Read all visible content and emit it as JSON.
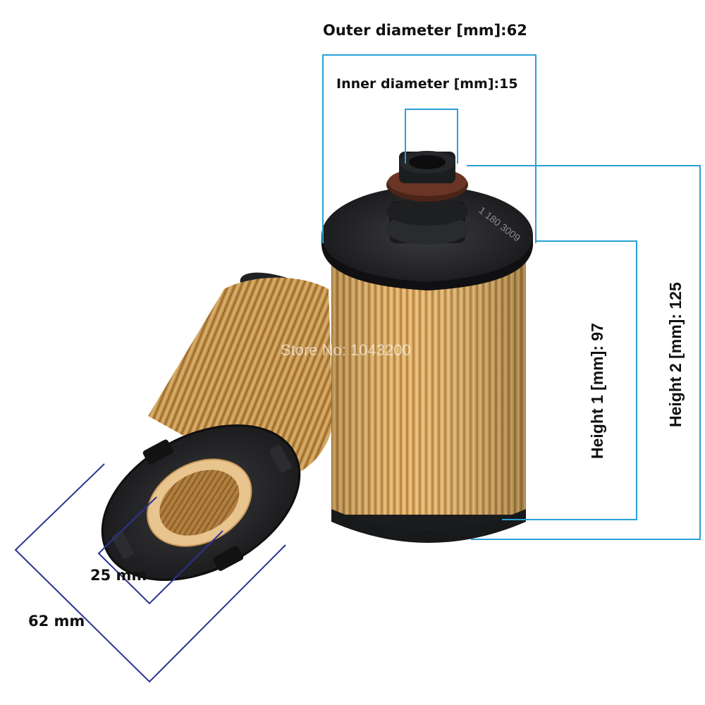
{
  "labels": {
    "outer_diameter": "Outer diameter [mm]:62",
    "inner_diameter": "Inner diameter [mm]:15",
    "height_1": "Height 1 [mm]: 97",
    "height_2": "Height 2 [mm]: 125",
    "small_inner": "25 mm",
    "small_outer": "62 mm"
  },
  "watermark": "Store No: 1043200",
  "part_marking": "1 180 3009",
  "colors": {
    "dimension_line_cyan": "#2aa0d6",
    "dimension_line_navy": "#2a3590",
    "filter_paper": "#d9a75a",
    "end_cap": "#1e1f21",
    "seal_ring": "#5a2a1c"
  }
}
